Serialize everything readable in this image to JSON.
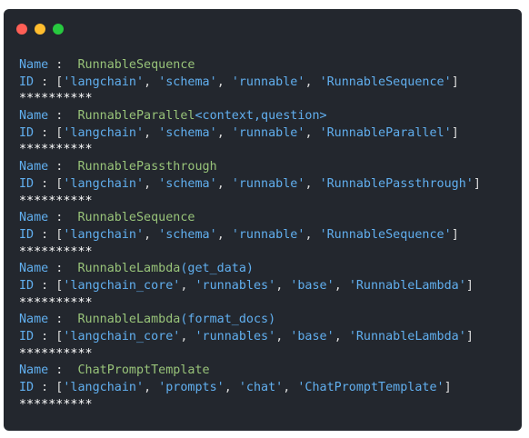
{
  "window": {
    "controls": {
      "close_color": "#ff5f56",
      "minimize_color": "#ffbd2e",
      "maximize_color": "#27c93f"
    }
  },
  "colors": {
    "label": "#61afef",
    "value": "#98c379",
    "string": "#61afef",
    "punct": "#dcdcdc",
    "stars": "#ffffff"
  },
  "output": {
    "name_label": "Name",
    "id_label": "ID",
    "separator": "**********",
    "entries": [
      {
        "name": "RunnableSequence",
        "name_args": "",
        "id": [
          "langchain",
          "schema",
          "runnable",
          "RunnableSequence"
        ]
      },
      {
        "name": "RunnableParallel",
        "name_args": "<context,question>",
        "id": [
          "langchain",
          "schema",
          "runnable",
          "RunnableParallel"
        ]
      },
      {
        "name": "RunnablePassthrough",
        "name_args": "",
        "id": [
          "langchain",
          "schema",
          "runnable",
          "RunnablePassthrough"
        ]
      },
      {
        "name": "RunnableSequence",
        "name_args": "",
        "id": [
          "langchain",
          "schema",
          "runnable",
          "RunnableSequence"
        ]
      },
      {
        "name": "RunnableLambda",
        "name_args": "(get_data)",
        "id": [
          "langchain_core",
          "runnables",
          "base",
          "RunnableLambda"
        ]
      },
      {
        "name": "RunnableLambda",
        "name_args": "(format_docs)",
        "id": [
          "langchain_core",
          "runnables",
          "base",
          "RunnableLambda"
        ]
      },
      {
        "name": "ChatPromptTemplate",
        "name_args": "",
        "id": [
          "langchain",
          "prompts",
          "chat",
          "ChatPromptTemplate"
        ]
      }
    ]
  }
}
